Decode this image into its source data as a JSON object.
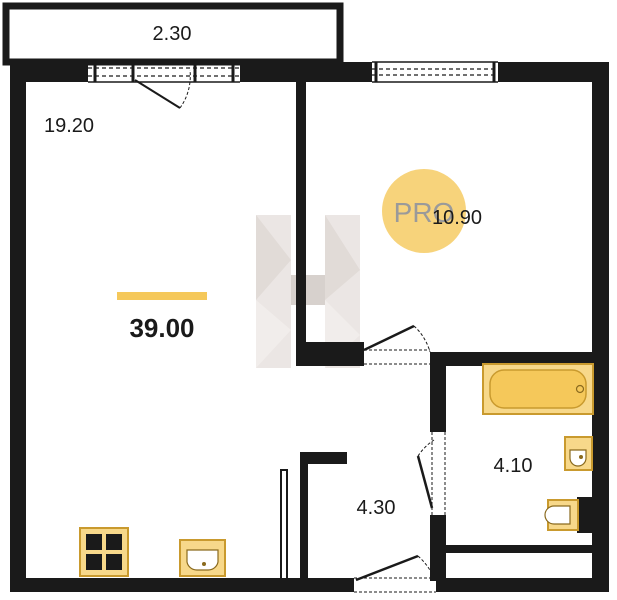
{
  "plan": {
    "total_area": "39.00",
    "balcony_area": "2.30",
    "living_room_area": "19.20",
    "bedroom_area": "10.90",
    "hallway_area": "4.30",
    "bathroom_area": "4.10"
  },
  "badge": {
    "text": "PRO"
  },
  "colors": {
    "wall": "#1a1a1a",
    "accent": "#f5c85a",
    "fixture_fill": "#f7d88a",
    "fixture_stroke": "#c99a2e",
    "watermark": "#d8d0cb"
  }
}
